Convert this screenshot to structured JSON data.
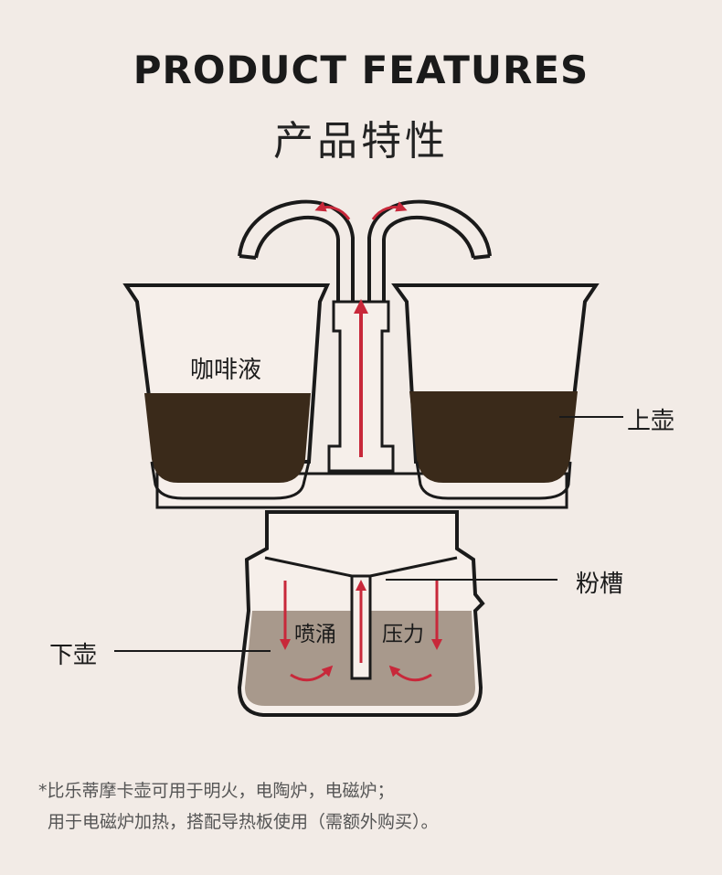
{
  "title_en": "PRODUCT FEATURES",
  "title_cn": "产品特性",
  "labels": {
    "coffee_liquid": "咖啡液",
    "upper_pot": "上壶",
    "powder_slot": "粉槽",
    "lower_pot": "下壶",
    "spray": "喷涌",
    "pressure": "压力"
  },
  "notes": [
    "*比乐蒂摩卡壶可用于明火，电陶炉，电磁炉；",
    "用于电磁炉加热，搭配导热板使用（需额外购买）。"
  ],
  "colors": {
    "background": "#f2ebe6",
    "coffee": "#3a2a1a",
    "water": "#a8998c",
    "arrow": "#c8283a",
    "outline": "#1a1a1a"
  }
}
